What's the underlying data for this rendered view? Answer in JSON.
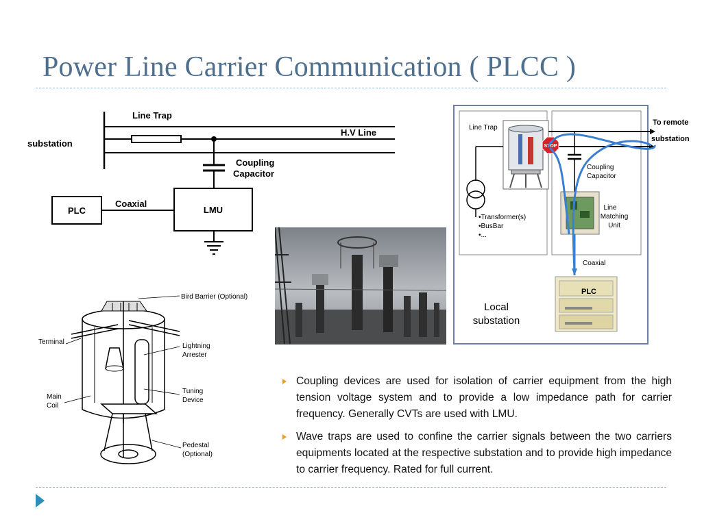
{
  "slide": {
    "title": "Power Line Carrier Communication ( PLCC )"
  },
  "left_diagram": {
    "line_trap": "Line Trap",
    "substation": "substation",
    "hv_line": "H.V Line",
    "coupling": "Coupling",
    "capacitor": "Capacitor",
    "coaxial": "Coaxial",
    "plc": "PLC",
    "lmu": "LMU"
  },
  "right_diagram": {
    "line_trap": "Line Trap",
    "to_remote": "To remote",
    "substation_word": "substation",
    "coupling": "Coupling",
    "capacitor": "Capacitor",
    "line": "Line",
    "matching": "Matching",
    "unit": "Unit",
    "transformer": "•Transformer(s)",
    "busbar": "•BusBar",
    "ellipsis": "•...",
    "coaxial": "Coaxial",
    "plc": "PLC",
    "local": "Local",
    "local_substation": "substation",
    "stop": "STOP"
  },
  "wave_trap_diagram": {
    "bird_barrier": "Bird Barrier (Optional)",
    "terminal": "Terminal",
    "lightning": "Lightning",
    "arrester": "Arrester",
    "main": "Main",
    "coil": "Coil",
    "tuning": "Tuning",
    "device": "Device",
    "pedestal": "Pedestal",
    "optional": "(Optional)"
  },
  "bullets": [
    "Coupling devices are used for isolation of carrier equipment from the high tension voltage system and to provide a low impedance path for carrier frequency.  Generally CVTs are used with LMU.",
    "Wave traps are used to confine the carrier signals between the two carriers equipments located at the respective substation and to provide high impedance to carrier frequency. Rated for full current."
  ],
  "colors": {
    "title": "#4f6f8f",
    "rule": "#8fb6cc",
    "bullet_arrow": "#e0a12a",
    "footer_arrow": "#2b8fb8",
    "blue_signal": "#3a7fd0",
    "stop_red": "#d8202a"
  }
}
